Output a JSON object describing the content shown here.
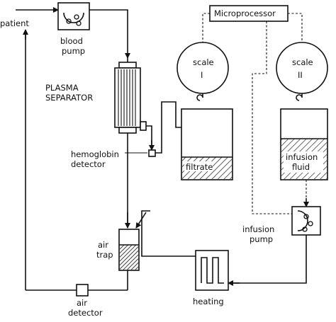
{
  "labels": {
    "patient": "patient",
    "blood_pump_1": "blood",
    "blood_pump_2": "pump",
    "plasma_1": "PLASMA",
    "plasma_2": "SEPARATOR",
    "hemoglobin_1": "hemoglobin",
    "hemoglobin_2": "detector",
    "microprocessor": "Microprocessor",
    "scale1": "scale",
    "scale1_num": "I",
    "scale2": "scale",
    "scale2_num": "II",
    "filtrate": "filtrate",
    "infusion_fluid_1": "infusion",
    "infusion_fluid_2": "fluid",
    "infusion_pump_1": "infusion",
    "infusion_pump_2": "pump",
    "air_trap_1": "air",
    "air_trap_2": "trap",
    "air_detector_1": "air",
    "air_detector_2": "detector",
    "heating": "heating"
  }
}
